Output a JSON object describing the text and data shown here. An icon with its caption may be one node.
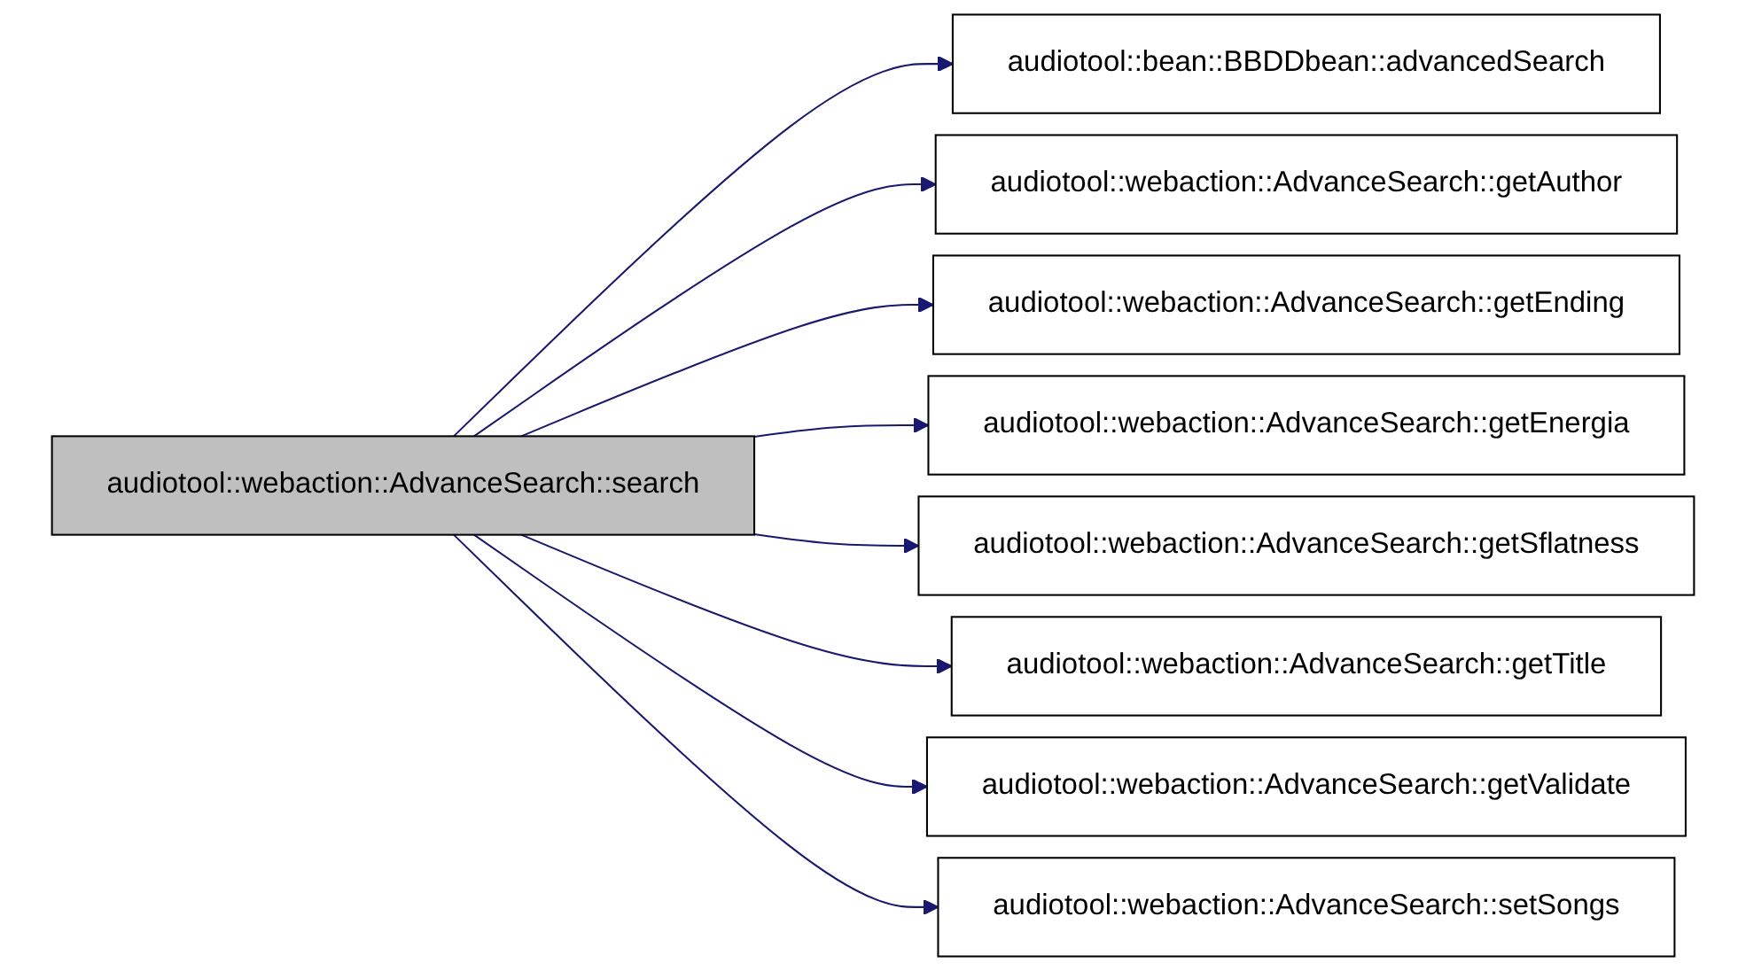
{
  "diagram": {
    "nodes": [
      {
        "text": [
          "audiotool::webaction::AdvanceSearch::search"
        ]
      },
      {
        "text": [
          "audiotool::bean::BBDDbean::advancedSearch"
        ]
      },
      {
        "text": [
          "audiotool::webaction::AdvanceSearch::getAuthor"
        ]
      },
      {
        "text": [
          "audiotool::webaction::AdvanceSearch::getEnding"
        ]
      },
      {
        "text": [
          "audiotool::webaction::AdvanceSearch::getEnergia"
        ]
      },
      {
        "text": [
          "audiotool::webaction::AdvanceSearch::getSflatness"
        ]
      },
      {
        "text": [
          "audiotool::webaction::AdvanceSearch::getTitle"
        ]
      },
      {
        "text": [
          "audiotool::webaction::AdvanceSearch::getValidate"
        ]
      },
      {
        "text": [
          "audiotool::webaction::AdvanceSearch::setSongs"
        ]
      }
    ],
    "edges": [
      {
        "from": 0,
        "to": 1,
        "arrow": "to"
      },
      {
        "from": 0,
        "to": 2,
        "arrow": "to"
      },
      {
        "from": 0,
        "to": 3,
        "arrow": "to"
      },
      {
        "from": 0,
        "to": 4,
        "arrow": "to"
      },
      {
        "from": 0,
        "to": 5,
        "arrow": "to"
      },
      {
        "from": 0,
        "to": 6,
        "arrow": "to"
      },
      {
        "from": 0,
        "to": 7,
        "arrow": "to"
      },
      {
        "from": 0,
        "to": 8,
        "arrow": "to"
      }
    ]
  }
}
